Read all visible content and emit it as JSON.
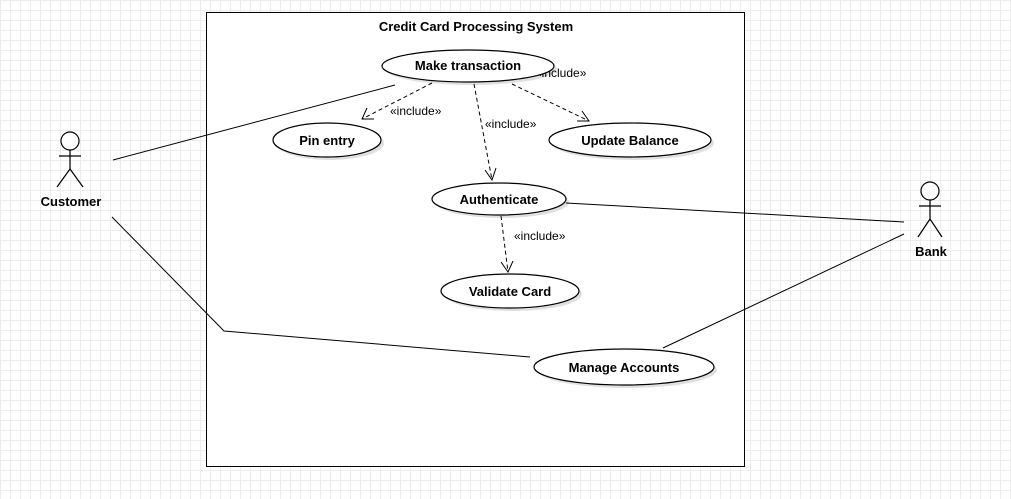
{
  "system": {
    "title": "Credit Card Processing System"
  },
  "actors": {
    "customer": {
      "name": "Customer"
    },
    "bank": {
      "name": "Bank"
    }
  },
  "use_cases": {
    "make_transaction": "Make transaction",
    "pin_entry": "Pin entry",
    "update_balance": "Update Balance",
    "authenticate": "Authenticate",
    "validate_card": "Validate Card",
    "manage_accounts": "Manage Accounts"
  },
  "relationships": {
    "include_pin": "«include»",
    "include_update": "«include»",
    "include_auth": "«include»",
    "include_validate": "«include»"
  }
}
